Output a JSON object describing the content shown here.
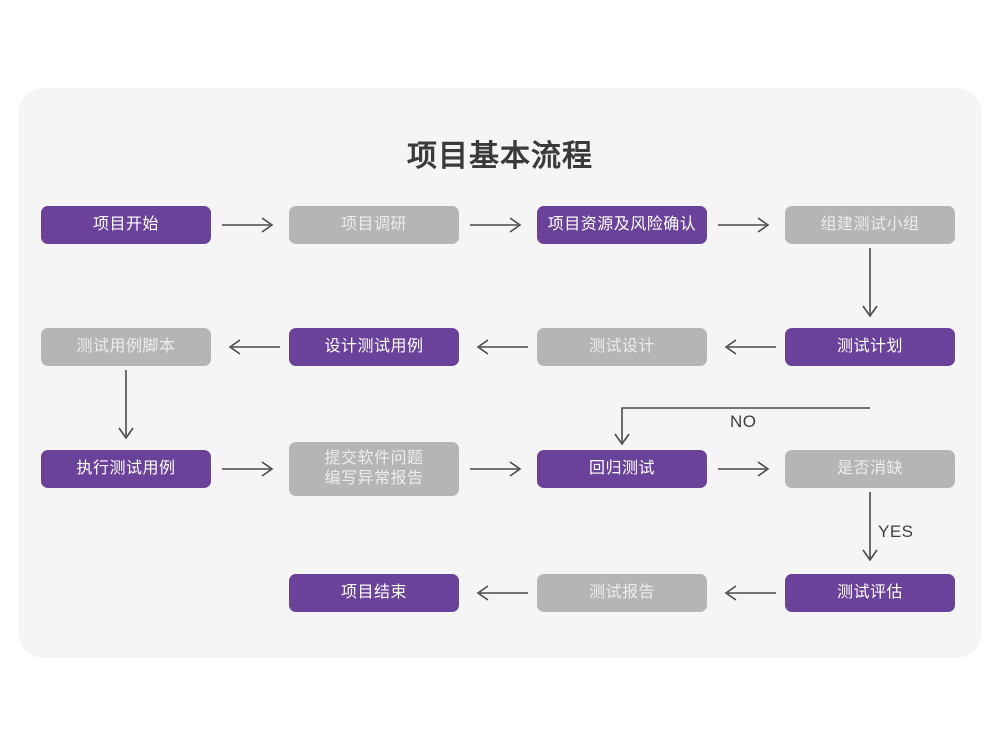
{
  "page": {
    "title": "项目基本流程",
    "background_color": "#ffffff",
    "card_color": "#f5f5f6"
  },
  "palette": {
    "purple": "#6b4299",
    "gray": "#b5b5b5",
    "purple_text": "#ffffff",
    "gray_text": "#ececec",
    "arrow": "#4a4a4a",
    "title_text": "#3a3a3a"
  },
  "chart_data": {
    "type": "diagram",
    "title": "项目基本流程",
    "nodes": [
      {
        "id": "n1",
        "label": "项目开始",
        "style": "purple",
        "row": 1,
        "col": 1
      },
      {
        "id": "n2",
        "label": "项目调研",
        "style": "gray",
        "row": 1,
        "col": 2
      },
      {
        "id": "n3",
        "label": "项目资源及风险确认",
        "style": "purple",
        "row": 1,
        "col": 3
      },
      {
        "id": "n4",
        "label": "组建测试小组",
        "style": "gray",
        "row": 1,
        "col": 4
      },
      {
        "id": "n5",
        "label": "测试用例脚本",
        "style": "gray",
        "row": 2,
        "col": 1
      },
      {
        "id": "n6",
        "label": "设计测试用例",
        "style": "purple",
        "row": 2,
        "col": 2
      },
      {
        "id": "n7",
        "label": "测试设计",
        "style": "gray",
        "row": 2,
        "col": 3
      },
      {
        "id": "n8",
        "label": "测试计划",
        "style": "purple",
        "row": 2,
        "col": 4
      },
      {
        "id": "n9",
        "label": "执行测试用例",
        "style": "purple",
        "row": 3,
        "col": 1
      },
      {
        "id": "n10",
        "label": "提交软件问题\n编写异常报告",
        "style": "gray",
        "row": 3,
        "col": 2
      },
      {
        "id": "n11",
        "label": "回归测试",
        "style": "purple",
        "row": 3,
        "col": 3
      },
      {
        "id": "n12",
        "label": "是否消缺",
        "style": "gray",
        "row": 3,
        "col": 4
      },
      {
        "id": "n13",
        "label": "项目结束",
        "style": "purple",
        "row": 4,
        "col": 2
      },
      {
        "id": "n14",
        "label": "测试报告",
        "style": "gray",
        "row": 4,
        "col": 3
      },
      {
        "id": "n15",
        "label": "测试评估",
        "style": "purple",
        "row": 4,
        "col": 4
      }
    ],
    "edges": [
      {
        "from": "n1",
        "to": "n2",
        "direction": "right",
        "label": ""
      },
      {
        "from": "n2",
        "to": "n3",
        "direction": "right",
        "label": ""
      },
      {
        "from": "n3",
        "to": "n4",
        "direction": "right",
        "label": ""
      },
      {
        "from": "n4",
        "to": "n8",
        "direction": "down",
        "label": ""
      },
      {
        "from": "n8",
        "to": "n7",
        "direction": "left",
        "label": ""
      },
      {
        "from": "n7",
        "to": "n6",
        "direction": "left",
        "label": ""
      },
      {
        "from": "n6",
        "to": "n5",
        "direction": "left",
        "label": ""
      },
      {
        "from": "n5",
        "to": "n9",
        "direction": "down",
        "label": ""
      },
      {
        "from": "n9",
        "to": "n10",
        "direction": "right",
        "label": ""
      },
      {
        "from": "n10",
        "to": "n11",
        "direction": "right",
        "label": ""
      },
      {
        "from": "n11",
        "to": "n12",
        "direction": "right",
        "label": ""
      },
      {
        "from": "n12",
        "to": "n11",
        "direction": "loop-up-left",
        "label": "NO"
      },
      {
        "from": "n12",
        "to": "n15",
        "direction": "down",
        "label": "YES"
      },
      {
        "from": "n15",
        "to": "n14",
        "direction": "left",
        "label": ""
      },
      {
        "from": "n14",
        "to": "n13",
        "direction": "left",
        "label": ""
      }
    ],
    "edge_labels": [
      "NO",
      "YES"
    ]
  },
  "labels": {
    "no": "NO",
    "yes": "YES"
  }
}
